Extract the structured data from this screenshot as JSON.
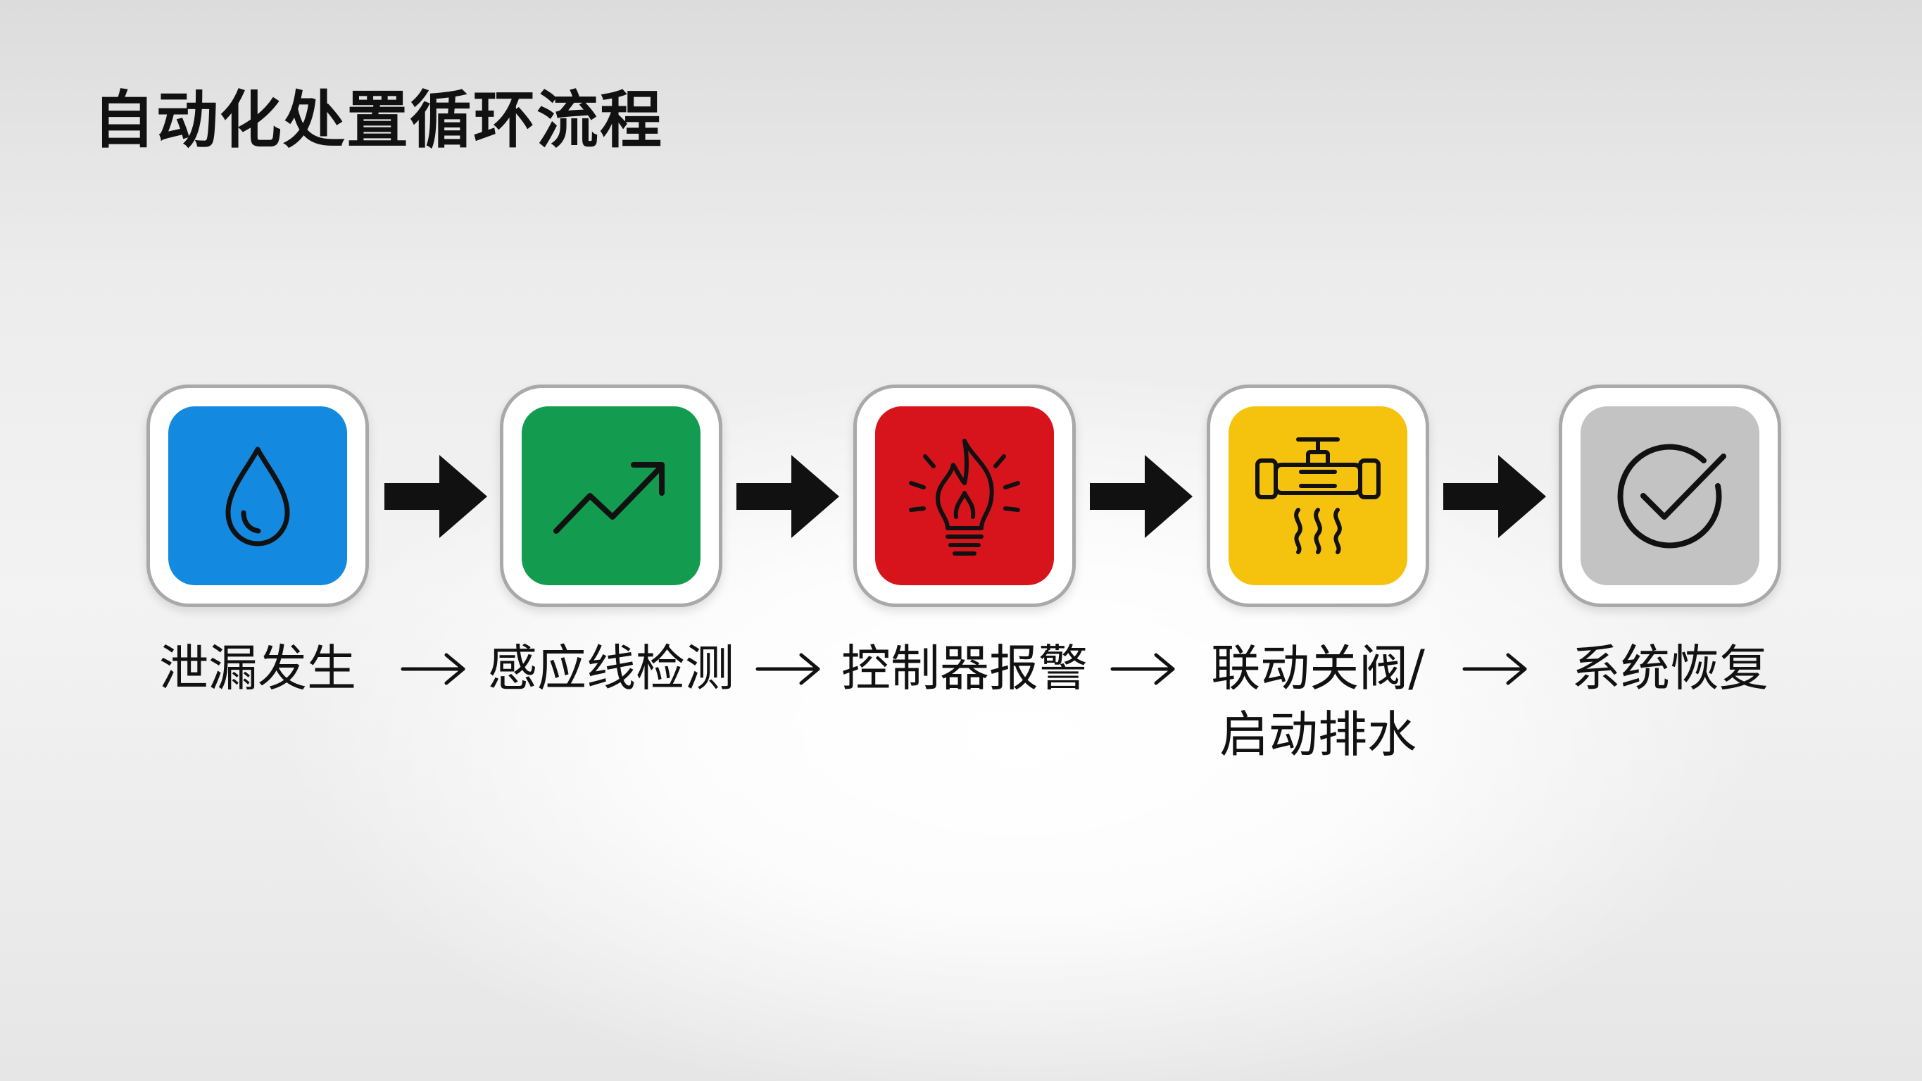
{
  "title": "自动化处置循环流程",
  "steps": [
    {
      "label": "泄漏发生",
      "icon": "water-drop-icon",
      "color": "#1389df"
    },
    {
      "label": "感应线检测",
      "icon": "trend-up-icon",
      "color": "#139c4f"
    },
    {
      "label": "控制器报警",
      "icon": "alarm-flame-icon",
      "color": "#d7141c"
    },
    {
      "label": "联动关阀/\n启动排水",
      "icon": "valve-pipe-icon",
      "color": "#f5c20d"
    },
    {
      "label": "系统恢复",
      "icon": "check-circle-icon",
      "color": "#c3c3c3"
    }
  ]
}
